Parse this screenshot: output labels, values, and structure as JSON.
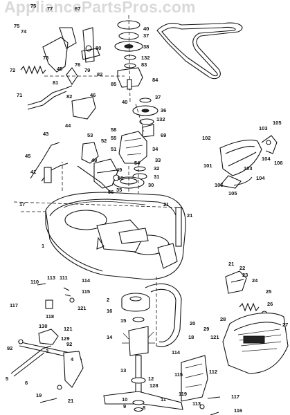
{
  "watermark": "AppliancePartsPros.com",
  "labels": {
    "l75a": "75",
    "l77": "77",
    "l67": "67",
    "l75b": "75",
    "l74": "74",
    "l73": "73",
    "l40a": "40",
    "l37a": "37",
    "l38": "38",
    "l80": "80",
    "l132a": "132",
    "l83": "83",
    "l79": "79",
    "l76": "76",
    "l82a": "82",
    "l72": "72",
    "l45a": "45",
    "l81": "81",
    "l82b": "82",
    "l84": "84",
    "l85": "85",
    "l71": "71",
    "l46": "46",
    "l40b": "40",
    "l37b": "37",
    "l36": "36",
    "l44": "44",
    "l132b": "132",
    "l58": "58",
    "l69": "69",
    "l53": "53",
    "l55": "55",
    "l52": "52",
    "l51": "51",
    "l34": "34",
    "l43": "43",
    "l48": "48",
    "l33": "33",
    "l54": "54",
    "l49": "49",
    "l32": "32",
    "l45b": "45",
    "l41": "41",
    "l50": "50",
    "l31": "31",
    "l56": "56",
    "l35": "35",
    "l30": "30",
    "l17": "17",
    "l21a": "21",
    "l21b": "21",
    "l1": "1",
    "l102": "102",
    "l103a": "103",
    "l105a": "105",
    "l106": "106",
    "l101": "101",
    "l104a": "104",
    "l103b": "103",
    "l104b": "104",
    "l105b": "105",
    "l105c": "105",
    "l21c": "21",
    "l22": "22",
    "l23": "23",
    "l24": "24",
    "l25": "25",
    "l26": "26",
    "l110": "110",
    "l113": "113",
    "l111": "111",
    "l114a": "114",
    "l115": "115",
    "l117a": "117",
    "l118": "118",
    "l121a": "121",
    "l2": "2",
    "l20": "20",
    "l16": "16",
    "l28": "28",
    "l27": "27",
    "l130": "130",
    "l121b": "121",
    "l129": "129",
    "l92a": "92",
    "l92b": "92",
    "l3": "3",
    "l4": "4",
    "l5": "5",
    "l6": "6",
    "l14": "14",
    "l15": "15",
    "l18": "18",
    "l29": "29",
    "l114b": "114",
    "l121c": "121",
    "l112": "112",
    "l13": "13",
    "l12": "12",
    "l128": "128",
    "l115b": "115",
    "l19": "19",
    "l21d": "21",
    "l119": "119",
    "l11": "11",
    "l10": "10",
    "l9": "9",
    "l8": "8",
    "l113b": "113",
    "l117b": "117",
    "l116": "116"
  }
}
